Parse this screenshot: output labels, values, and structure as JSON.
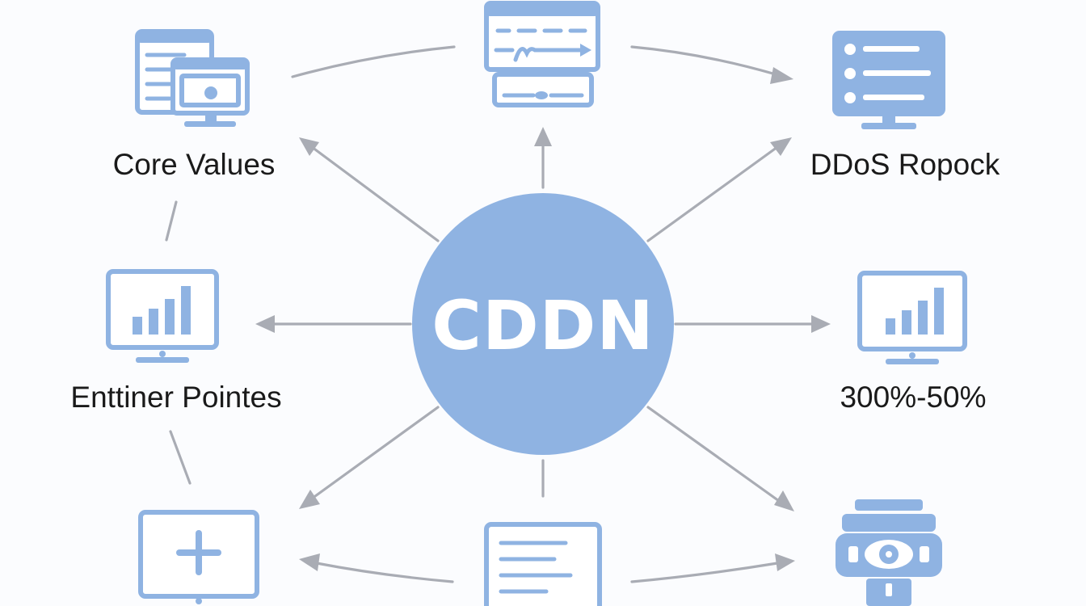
{
  "hub": {
    "label": "CDDN",
    "color": "#8fb3e2"
  },
  "nodes": {
    "top_left": {
      "label": "Core Values",
      "icon": "documents-monitor-icon"
    },
    "top_center": {
      "label": "",
      "icon": "dashboard-panel-icon"
    },
    "top_right": {
      "label": "DDoS Ropock",
      "icon": "server-list-monitor-icon"
    },
    "middle_left": {
      "label": "Enttiner Pointes",
      "icon": "bar-chart-monitor-icon"
    },
    "middle_right": {
      "label": "300%-50%",
      "icon": "bar-chart-monitor-icon"
    },
    "bottom_left": {
      "label": "",
      "icon": "plus-monitor-icon"
    },
    "bottom_center": {
      "label": "",
      "icon": "text-monitor-icon"
    },
    "bottom_right": {
      "label": "",
      "icon": "security-camera-icon"
    }
  },
  "colors": {
    "icon": "#8fb3e2",
    "connector": "#a9acb4",
    "background": "#fbfcfe"
  }
}
